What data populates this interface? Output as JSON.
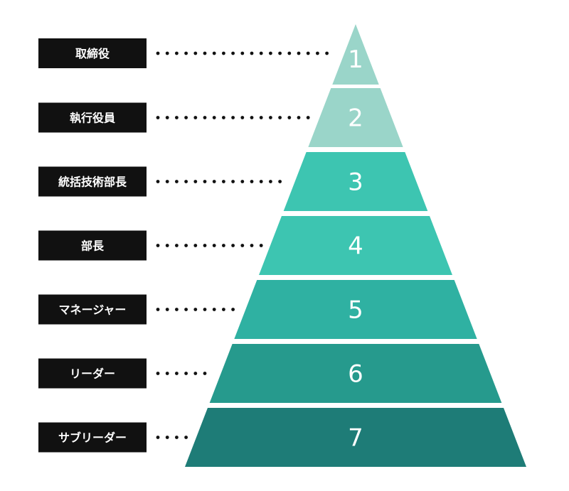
{
  "levels": [
    {
      "label": "取締役",
      "number": "1",
      "color": "#9ad5c9"
    },
    {
      "label": "執行役員",
      "number": "2",
      "color": "#9ad5c9"
    },
    {
      "label": "統括技術部長",
      "number": "3",
      "color": "#3dc5b1"
    },
    {
      "label": "部長",
      "number": "4",
      "color": "#3dc5b1"
    },
    {
      "label": "マネージャー",
      "number": "5",
      "color": "#2fb1a2"
    },
    {
      "label": "リーダー",
      "number": "6",
      "color": "#269a8d"
    },
    {
      "label": "サブリーダー",
      "number": "7",
      "color": "#1e7c77"
    }
  ],
  "colors": {
    "label_background": "#111111",
    "label_text": "#ffffff",
    "dots": "#111111",
    "number_text": "#ffffff"
  }
}
